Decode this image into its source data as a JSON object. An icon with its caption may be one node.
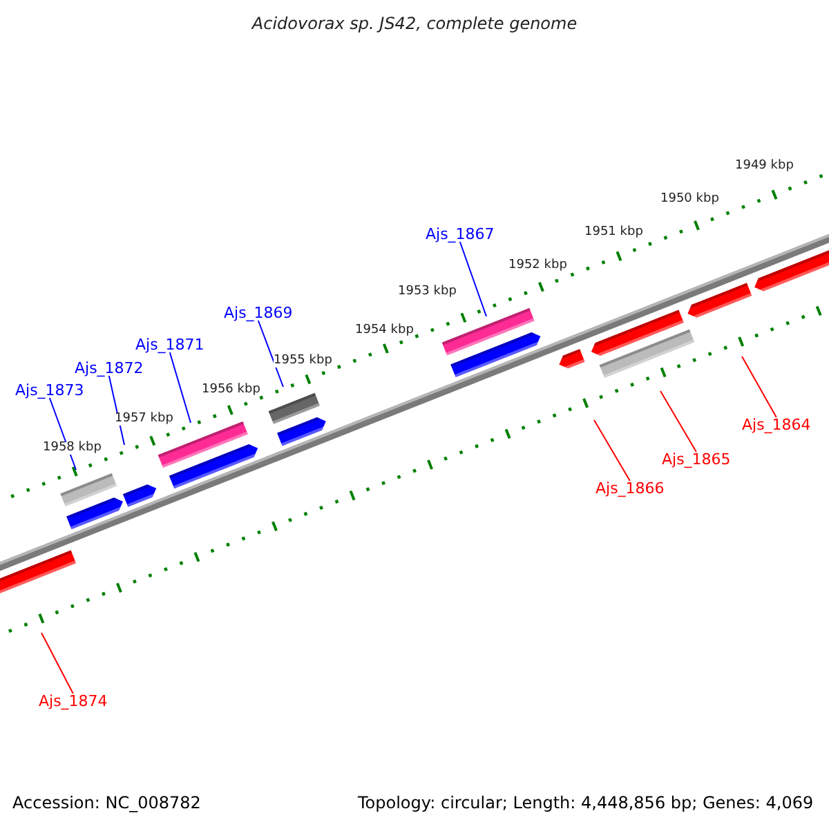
{
  "diagram": {
    "title": "Acidovorax sp. JS42, complete genome",
    "nodes": [
      {
        "text": [
          "Ajs_1873"
        ]
      },
      {
        "text": [
          "Ajs_1872"
        ]
      },
      {
        "text": [
          "Ajs_1871"
        ]
      },
      {
        "text": [
          "Ajs_1869"
        ]
      },
      {
        "text": [
          "Ajs_1867"
        ]
      },
      {
        "text": [
          "Ajs_1866"
        ]
      },
      {
        "text": [
          "Ajs_1865"
        ]
      },
      {
        "text": [
          "Ajs_1864"
        ]
      },
      {
        "text": [
          "Ajs_1874"
        ]
      }
    ],
    "edges": [
      {
        "from": 0,
        "to": null,
        "arrow": "none"
      },
      {
        "from": 1,
        "to": null,
        "arrow": "none"
      },
      {
        "from": 2,
        "to": null,
        "arrow": "none"
      },
      {
        "from": 3,
        "to": null,
        "arrow": "none"
      },
      {
        "from": 4,
        "to": null,
        "arrow": "none"
      },
      {
        "from": 5,
        "to": null,
        "arrow": "none",
        "color": "#ff0000"
      },
      {
        "from": 6,
        "to": null,
        "arrow": "none",
        "color": "#ff0000"
      },
      {
        "from": 7,
        "to": null,
        "arrow": "none",
        "color": "#ff0000"
      },
      {
        "from": 8,
        "to": null,
        "arrow": "none",
        "color": "#ff0000"
      }
    ],
    "labels": [
      "1949 kbp",
      "1950 kbp",
      "1951 kbp",
      "1952 kbp",
      "1953 kbp",
      "1954 kbp",
      "1955 kbp",
      "1956 kbp",
      "1957 kbp",
      "1958 kbp",
      "Accession: NC_008782",
      "Topology: circular; Length: 4,448,856 bp; Genes: 4,069"
    ]
  }
}
